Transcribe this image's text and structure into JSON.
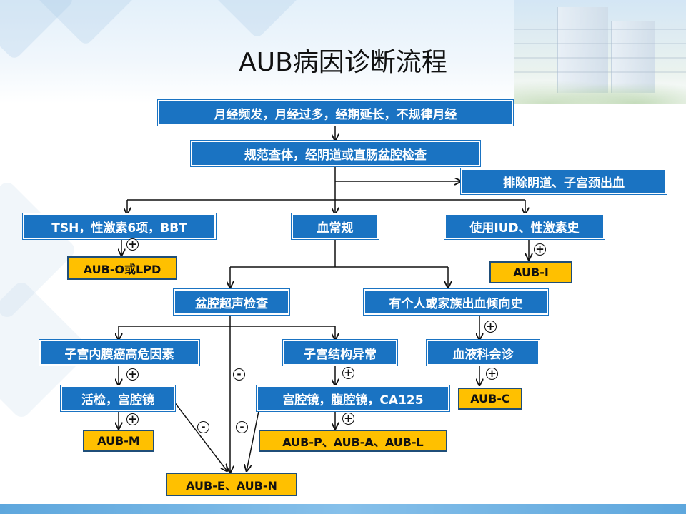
{
  "title": "AUB病因诊断流程",
  "nodes": {
    "symptoms": "月经频发，月经过多，经期延长，不规律月经",
    "exam": "规范查体，经阴道或直肠盆腔检查",
    "exclude_bleeding": "排除阴道、子宫颈出血",
    "tsh": "TSH，性激素6项，BBT",
    "blood_routine": "血常规",
    "iud_history": "使用IUD、性激素史",
    "aub_o_lpd": "AUB-O或LPD",
    "aub_i": "AUB-I",
    "pelvic_us": "盆腔超声检查",
    "bleeding_history": "有个人或家族出血倾向史",
    "endometrial_risk": "子宫内膜癌高危因素",
    "structural_abnormal": "子宫结构异常",
    "hematology": "血液科会诊",
    "biopsy": "活检，宫腔镜",
    "hysteroscopy_ca125": "宫腔镜，腹腔镜，CA125",
    "aub_c": "AUB-C",
    "aub_m": "AUB-M",
    "aub_pal": "AUB-P、AUB-A、AUB-L",
    "aub_en": "AUB-E、AUB-N"
  },
  "signs": {
    "positive": "+",
    "negative": "-"
  },
  "colors": {
    "node_blue": "#1a73c2",
    "result_yellow": "#ffc000",
    "result_border": "#1f4e79"
  }
}
